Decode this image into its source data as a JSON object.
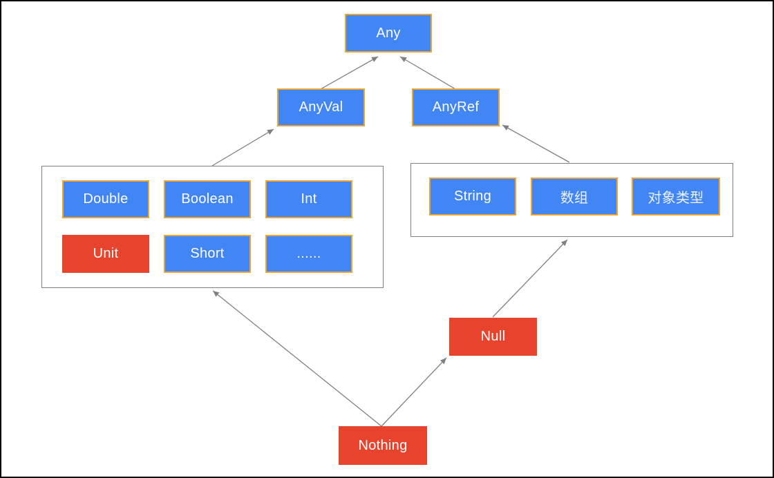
{
  "nodes": {
    "any": {
      "label": "Any"
    },
    "anyval": {
      "label": "AnyVal"
    },
    "anyref": {
      "label": "AnyRef"
    },
    "double": {
      "label": "Double"
    },
    "boolean": {
      "label": "Boolean"
    },
    "int": {
      "label": "Int"
    },
    "unit": {
      "label": "Unit"
    },
    "short": {
      "label": "Short"
    },
    "ellipsis": {
      "label": "......"
    },
    "string": {
      "label": "String"
    },
    "array": {
      "label": "数组"
    },
    "objtype": {
      "label": "对象类型"
    },
    "null": {
      "label": "Null"
    },
    "nothing": {
      "label": "Nothing"
    }
  },
  "edges": [
    {
      "from": "AnyVal",
      "to": "Any"
    },
    {
      "from": "AnyRef",
      "to": "Any"
    },
    {
      "from": "value-types-group",
      "to": "AnyVal"
    },
    {
      "from": "reference-types-group",
      "to": "AnyRef"
    },
    {
      "from": "Nothing",
      "to": "value-types-group"
    },
    {
      "from": "Nothing",
      "to": "Null"
    },
    {
      "from": "Null",
      "to": "reference-types-group"
    }
  ],
  "colors": {
    "node_fill_blue": "#4285F4",
    "node_border_gold": "#F0A62E",
    "node_fill_red": "#E8432D",
    "arrow_gray": "#808080",
    "group_border_gray": "#7F7F7F",
    "text_white": "#FFFFFF",
    "canvas_border": "#000000"
  }
}
